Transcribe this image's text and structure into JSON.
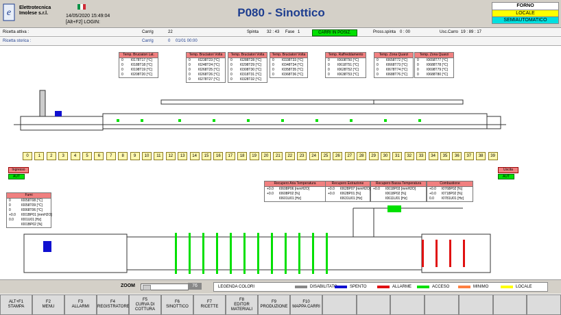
{
  "header": {
    "company_line1": "Elettrotecnica",
    "company_line2": "Imolese s.r.l.",
    "datetime": "14/05/2020 15:49:04",
    "login": "[Alt+F2] LOGIN:",
    "title": "P080 - Sinottico",
    "forno": "FORNO",
    "locale": "LOCALE",
    "semiautomatico": "SEMIAUTOMATICO",
    "flag_colors": [
      "#009246",
      "#ffffff",
      "#ce2b37"
    ]
  },
  "infobar": {
    "ricetta_attiva_label": "Ricetta attiva :",
    "carrig_label": "Carr/g",
    "carrig_value": "22",
    "spinta_label": "Spinta",
    "spinta_value": "32 : 43",
    "fase_label": "Fase",
    "fase_value": "1",
    "stato": "CARRI IN POSIZ.",
    "pross_spinta_label": "Pross.spinta",
    "pross_spinta_value": "0 : 00",
    "usc_carro_label": "Usc.Carro",
    "usc_carro_value": "19 : 89 : 17",
    "ricetta_storica_label": "Ricetta storica :",
    "carrig2_label": "Carr/g",
    "carrig2_value": "0",
    "datetime2": "01/01 00:00"
  },
  "temp_boxes": [
    {
      "title": "Temp. Bruciatori Lat.",
      "rows": [
        [
          "0",
          "I0178T17 [°C]"
        ],
        [
          "0",
          "I0188T18 [°C]"
        ],
        [
          "0",
          "I0198T19 [°C]"
        ],
        [
          "0",
          "I0208T20 [°C]"
        ]
      ]
    },
    {
      "title": "Temp. Bruciatori Volta",
      "rows": [
        [
          "0",
          "I0238T23 [°C]"
        ],
        [
          "0",
          "I0248T24 [°C]"
        ],
        [
          "0",
          "I0268T25 [°C]"
        ],
        [
          "0",
          "I0268T26 [°C]"
        ],
        [
          "0",
          "I0278T27 [°C]"
        ]
      ]
    },
    {
      "title": "Temp. Bruciatori Volta",
      "rows": [
        [
          "0",
          "I0288T28 [°C]"
        ],
        [
          "0",
          "I0298T29 [°C]"
        ],
        [
          "0",
          "I0308T30 [°C]"
        ],
        [
          "0",
          "I0318T31 [°C]"
        ],
        [
          "0",
          "I0328T32 [°C]"
        ]
      ]
    },
    {
      "title": "Temp. Bruciatori Volta",
      "rows": [
        [
          "0",
          "I0338T33 [°C]"
        ],
        [
          "0",
          "I0348T34 [°C]"
        ],
        [
          "0",
          "I0358T35 [°C]"
        ],
        [
          "0",
          "I0368T36 [°C]"
        ]
      ]
    },
    {
      "title": "Temp. Raffreddamento",
      "rows": [
        [
          "0",
          "I0608T50 [°C]"
        ],
        [
          "0",
          "I0618T51 [°C]"
        ],
        [
          "0",
          "I0628T52 [°C]"
        ],
        [
          "0",
          "I0638T53 [°C]"
        ]
      ]
    },
    {
      "title": "Temp. Zona Quarzi",
      "rows": [
        [
          "0",
          "I0658T72 [°C]"
        ],
        [
          "0",
          "I0668T73 [°C]"
        ],
        [
          "0",
          "I0678T74 [°C]"
        ],
        [
          "0",
          "I0688T76 [°C]"
        ]
      ]
    },
    {
      "title": "Temp. Zona Quarzi",
      "rows": [
        [
          "0",
          "I0658T77 [°C]"
        ],
        [
          "0",
          "I0688T78 [°C]"
        ],
        [
          "0",
          "I0698T79 [°C]"
        ],
        [
          "0",
          "I0688T80 [°C]"
        ]
      ]
    }
  ],
  "stations": [
    "0",
    "1",
    "2",
    "3",
    "4",
    "5",
    "6",
    "7",
    "8",
    "9",
    "10",
    "11",
    "12",
    "13",
    "14",
    "15",
    "16",
    "17",
    "18",
    "19",
    "20",
    "21",
    "22",
    "23",
    "24",
    "25",
    "26",
    "27",
    "28",
    "29",
    "30",
    "31",
    "32",
    "33",
    "34",
    "35",
    "36",
    "37",
    "38",
    "39"
  ],
  "ingresso": "Ingresso",
  "uscita": "Uscita",
  "aut_left": "AUT",
  "aut_right": "AUT",
  "lower_boxes": [
    {
      "title": "Fumi",
      "rows": [
        [
          "0",
          "I0058T08 [°C]"
        ],
        [
          "0",
          "I0058T09 [°C]"
        ],
        [
          "0",
          "I0068T06 [°C]"
        ],
        [
          "+0.0",
          "I001BP01 [mmH2O]"
        ],
        [
          "0.0",
          "I001U01 [Hz]"
        ],
        [
          "",
          "I001BP02 [%]"
        ]
      ]
    },
    {
      "title": "Recupero Aria Temperatura",
      "rows": [
        [
          "+0.0",
          "I0608P06 [mmH2O]"
        ],
        [
          "+0.0",
          "I0608P02 [%]"
        ],
        [
          "",
          "I0601U01 [Hz]"
        ]
      ]
    },
    {
      "title": "Recupero Estrazione",
      "rows": [
        [
          "+0.0",
          "I0628P07 [mmH2O]"
        ],
        [
          "+0.0",
          "I0628P01 [%]"
        ],
        [
          "",
          "I0631U01 [Hz]"
        ]
      ]
    },
    {
      "title": "Recupero Bassa Temperatura",
      "rows": [
        [
          "+0.0",
          "I0618P03 [mmH2O]"
        ],
        [
          "",
          "I0618P02 [%]"
        ],
        [
          "",
          "I0611U01 [Hz]"
        ]
      ]
    },
    {
      "title": "Combustione",
      "rows": [
        [
          "+0.0",
          "I0768P02 [%]"
        ],
        [
          "+0.0",
          "I0718P02 [%]"
        ],
        [
          "0.0",
          "I0781U01 [Hz]"
        ]
      ]
    }
  ],
  "zoom": {
    "label": "ZOOM",
    "value": "76"
  },
  "legend": {
    "title": "LEGENDA COLORI",
    "items": [
      {
        "label": "DISABILITATO",
        "color": "#888888"
      },
      {
        "label": "SPENTO",
        "color": "#1010d0"
      },
      {
        "label": "ALLARME",
        "color": "#e01010"
      },
      {
        "label": "ACCESO",
        "color": "#00e000"
      },
      {
        "label": "MINIMO",
        "color": "#ff8040"
      },
      {
        "label": "LOCALE",
        "color": "#ffff00"
      }
    ]
  },
  "fkeys": [
    {
      "l1": "ALT+F1",
      "l2": "STAMPA",
      "l3": ""
    },
    {
      "l1": "F2",
      "l2": "MENU",
      "l3": ""
    },
    {
      "l1": "F3",
      "l2": "ALLARMI",
      "l3": ""
    },
    {
      "l1": "F4",
      "l2": "REGISTRATORE",
      "l3": ""
    },
    {
      "l1": "F5",
      "l2": "CURVA DI",
      "l3": "COTTURA"
    },
    {
      "l1": "F6",
      "l2": "SINOTTICO",
      "l3": ""
    },
    {
      "l1": "F7",
      "l2": "RICETTE",
      "l3": ""
    },
    {
      "l1": "F8",
      "l2": "EDITOR",
      "l3": "MATERIALI"
    },
    {
      "l1": "F9",
      "l2": "PRODUZIONE",
      "l3": ""
    },
    {
      "l1": "F10",
      "l2": "MAPPA CARRI",
      "l3": ""
    }
  ]
}
